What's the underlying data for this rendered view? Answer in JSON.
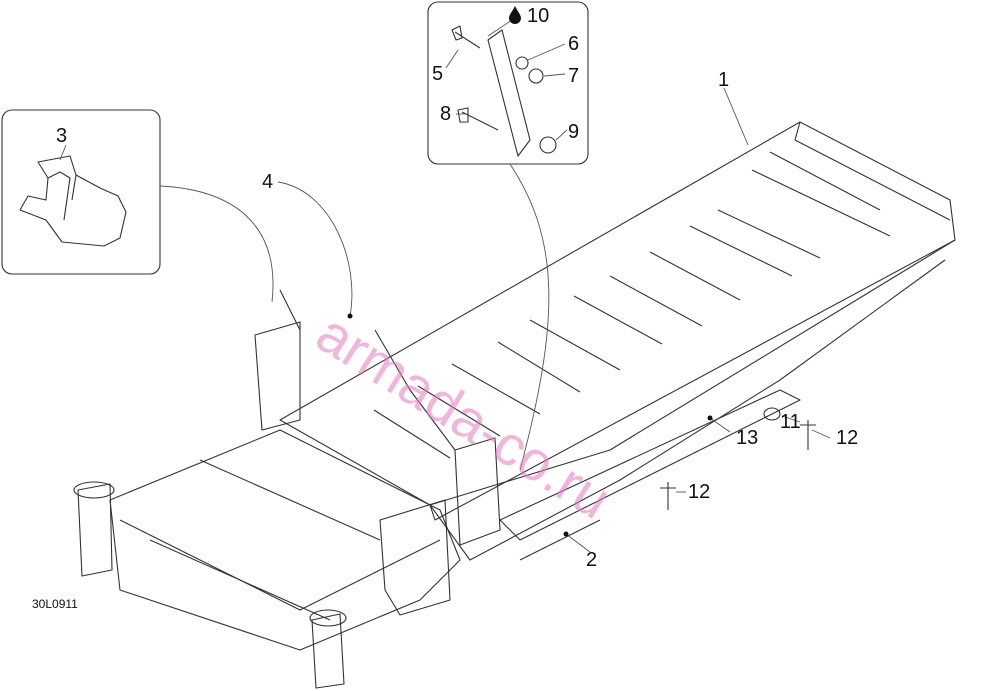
{
  "diagram": {
    "code": "30L0911",
    "watermark": "armada-co.ru",
    "callouts": [
      "1",
      "2",
      "3",
      "4",
      "5",
      "6",
      "7",
      "8",
      "9",
      "10",
      "11",
      "12",
      "12",
      "13"
    ],
    "colors": {
      "line": "#333333",
      "watermark": "#e278be"
    },
    "icons": [
      "oil-drop-icon"
    ]
  }
}
